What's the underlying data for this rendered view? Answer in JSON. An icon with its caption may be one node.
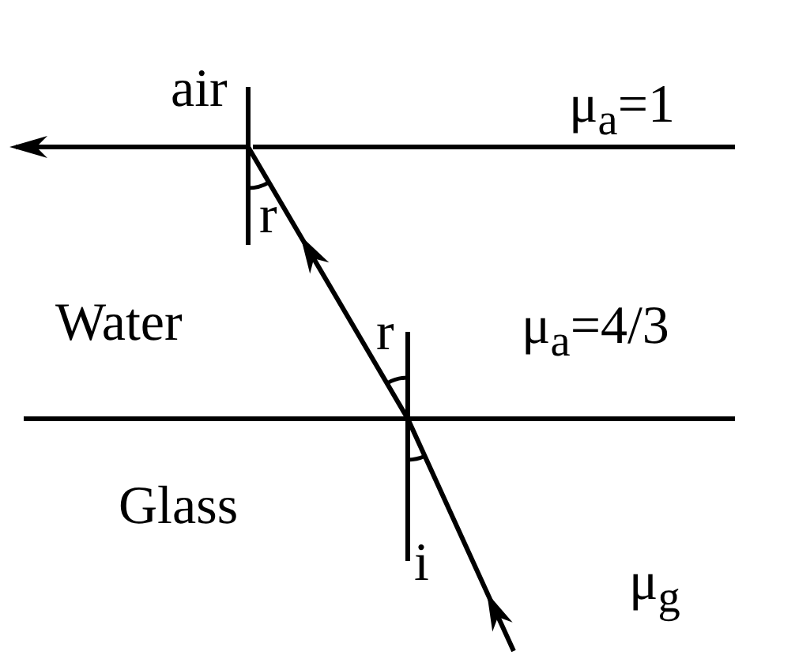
{
  "diagram": {
    "labels": [
      "air",
      "μ$_{a}$=1",
      "r",
      "Water",
      "r",
      "μ$_{a}$=4/3",
      "Glass",
      "i",
      "μ$_{g}$"
    ]
  }
}
